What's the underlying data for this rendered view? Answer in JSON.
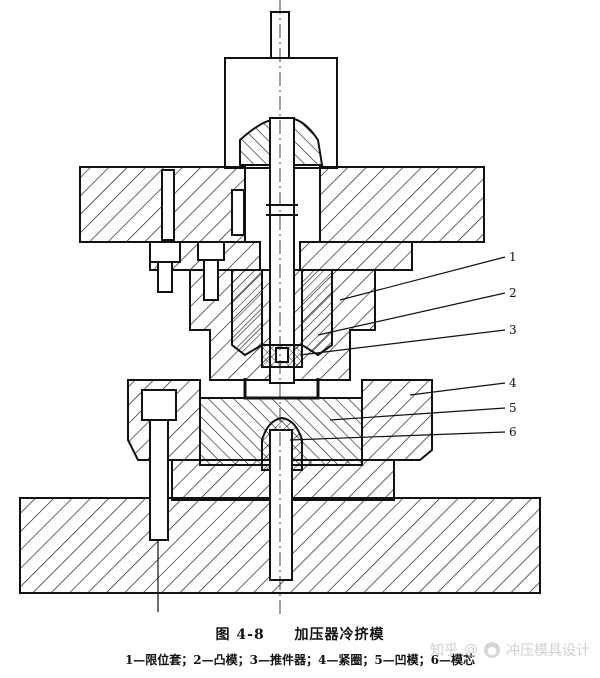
{
  "figure": {
    "caption_number": "图 4-8",
    "caption_title": "加压器冷挤模",
    "legend": "1—限位套；2—凸模；3—推件器；4—紧圈；5—凹模；6—模芯",
    "callouts": [
      "1",
      "2",
      "3",
      "4",
      "5",
      "6"
    ]
  },
  "watermark": {
    "platform": "知乎",
    "at": "@",
    "author": "冲压模具设计"
  }
}
